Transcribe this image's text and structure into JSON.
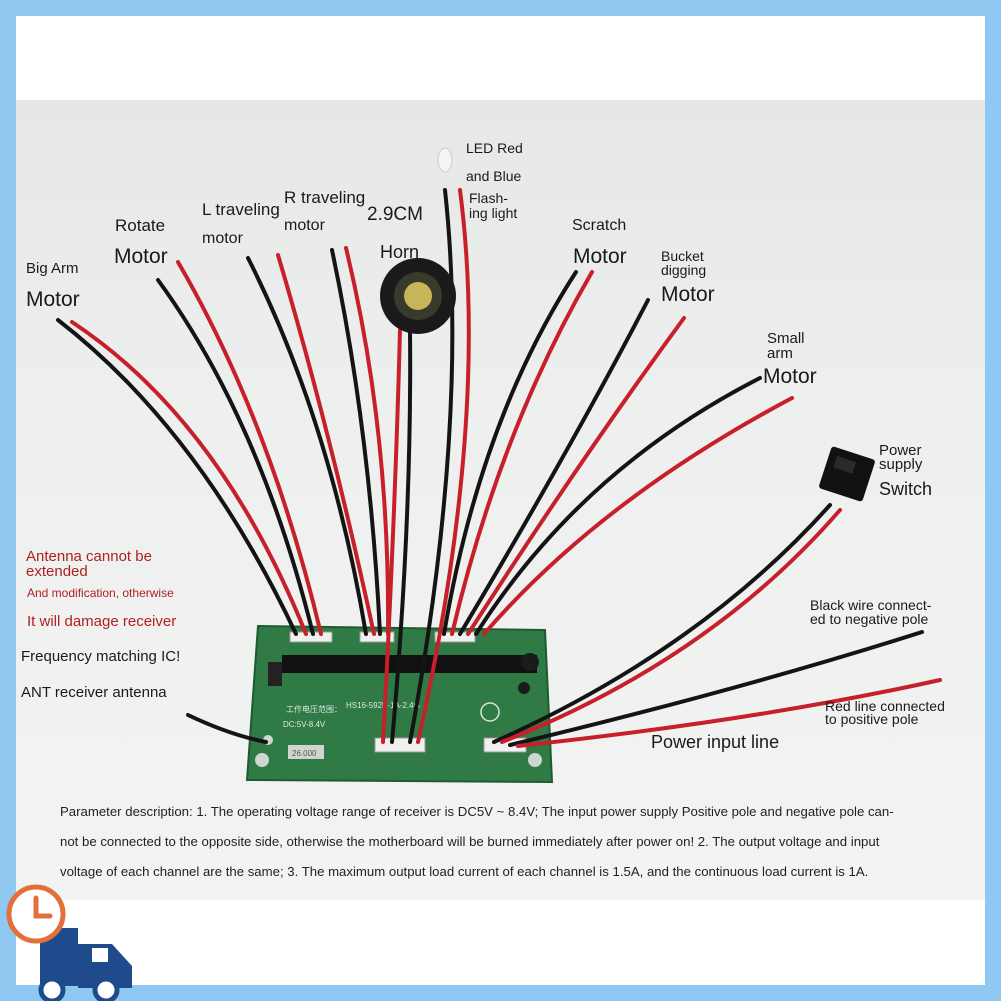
{
  "labels": {
    "big_arm_top": "Big Arm",
    "big_arm_motor": "Motor",
    "rotate_top": "Rotate",
    "rotate_motor": "Motor",
    "l_traveling": "L traveling",
    "l_motor": "motor",
    "r_traveling": "R traveling",
    "r_motor": "motor",
    "size": "2.9CM",
    "horn": "Horn",
    "led_line1": "LED Red",
    "led_line2": "and Blue",
    "flash_line1": "Flash-",
    "flash_line2": "ing light",
    "scratch_top": "Scratch",
    "scratch_motor": "Motor",
    "bucket_top1": "Bucket",
    "bucket_top2": "digging",
    "bucket_motor": "Motor",
    "small_top1": "Small",
    "small_top2": "arm",
    "small_motor": "Motor",
    "power_supply1": "Power",
    "power_supply2": "supply",
    "switch": "Switch",
    "black_wire1": "Black wire connect-",
    "black_wire2": "ed to negative pole",
    "red_line1": "Red line connected",
    "red_line2": "to positive pole",
    "power_input": "Power input line",
    "antenna1": "Antenna cannot be",
    "antenna2": "extended",
    "antenna3": "And modification, otherwise",
    "antenna4": "It will damage receiver",
    "freq": "Frequency matching IC!",
    "ant": "ANT receiver antenna"
  },
  "board_text": {
    "model": "HS16-592P-1A-2.4G",
    "voltage_cn": "工作电压范围：",
    "voltage": "DC:5V-8.4V",
    "crystal": "26.000"
  },
  "parameter": {
    "line1": "Parameter description: 1. The operating voltage range of receiver is DC5V ~ 8.4V; The input power supply Positive pole and negative pole can-",
    "line2": "not be connected to the opposite side, otherwise the motherboard will be burned immediately after power on! 2. The output voltage and input",
    "line3": "voltage of each channel are the same; 3. The maximum output load current of each channel is 1.5A, and the continuous load current is 1A."
  },
  "colors": {
    "frame": "#8fc8f0",
    "pcb": "#2f7a45",
    "wire_red": "#c8202a",
    "wire_black": "#141414",
    "warning_text": "#b02020",
    "badge_orange": "#e2703a",
    "badge_navy": "#1f4b8c"
  },
  "icons": [
    "delivery-truck-clock-icon"
  ]
}
